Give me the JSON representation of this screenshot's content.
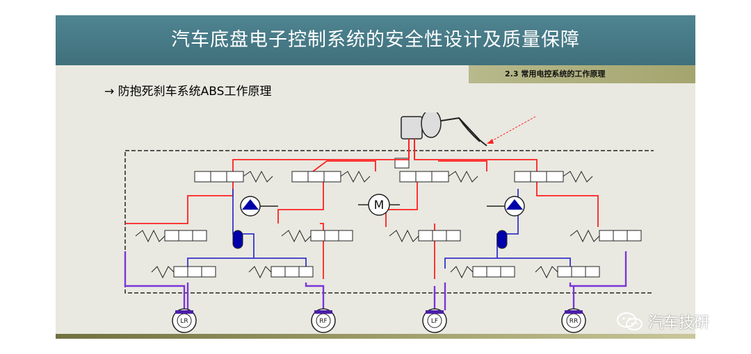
{
  "slide": {
    "title": "汽车底盘电子控制系统的安全性设计及质量保障",
    "section": "2.3 常用电控系统的工作原理",
    "bullet_arrow": "→",
    "bullet_text": "防抱死刹车系统ABS工作原理"
  },
  "diagram": {
    "motor_label": "M",
    "wheels": [
      "LR",
      "RF",
      "LF",
      "RR"
    ],
    "colors": {
      "brake_line": "#ff2020",
      "return_line": "#3535cc",
      "wheel_line": "#7b35d6",
      "pump": "#0000aa"
    }
  },
  "watermark": {
    "text": "汽车技研",
    "icon": "wechat-icon"
  }
}
